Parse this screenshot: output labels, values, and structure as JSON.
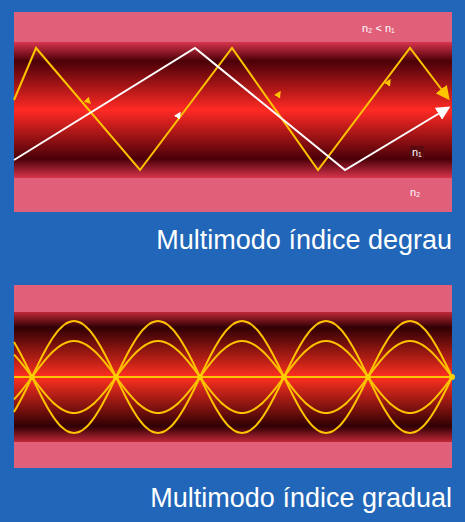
{
  "diagram": {
    "labels": [
      "n₂ < n₁",
      "n₁",
      "n₂",
      "Multimodo índice degrau",
      "Multimodo índice gradual"
    ]
  }
}
